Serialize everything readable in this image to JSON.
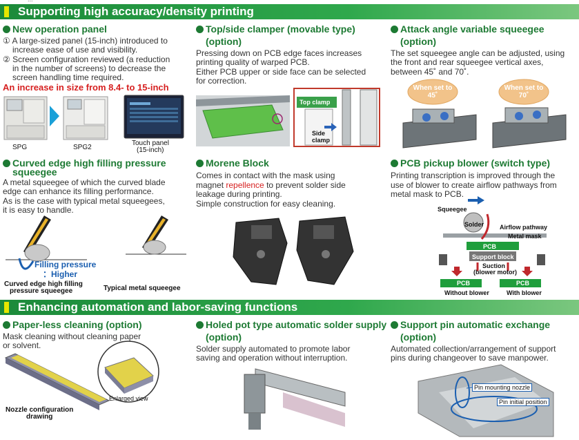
{
  "top_strip": "...",
  "section1": {
    "title": "Supporting high accuracy/density printing",
    "panel": {
      "title": "New operation panel",
      "items": [
        {
          "num": "①",
          "lines": [
            "A large-sized panel (15-inch) introduced to",
            "increase ease of use and visibility."
          ]
        },
        {
          "num": "②",
          "lines": [
            "Screen configuration reviewed (a reduction",
            "in the number of screens) to decrease the",
            "screen handling time required."
          ]
        }
      ],
      "highlight": "An increase in size from 8.4- to 15-inch",
      "labels": {
        "spg": "SPG",
        "spg2": "SPG2",
        "touch": "Touch panel",
        "touch_size": "(15-inch)"
      }
    },
    "clamper": {
      "title": "Top/side clamper (movable type)",
      "subtitle": "(option)",
      "lines": [
        "Pressing down on PCB edge faces increases",
        "printing quality of warped PCB.",
        "Either PCB upper or side face can be selected",
        "for correction."
      ],
      "labels": {
        "top": "Top clamp",
        "side1": "Side",
        "side2": "clamp"
      }
    },
    "squeegee": {
      "title": "Attack angle variable squeegee",
      "subtitle": "(option)",
      "lines": [
        "The set squeegee angle can be adjusted, using",
        "the front and rear squeegee vertical axes,",
        "between 45˚ and 70˚."
      ],
      "badges": [
        {
          "top": "When set to",
          "bottom": "45˚"
        },
        {
          "top": "When set to",
          "bottom": "70˚"
        }
      ]
    },
    "curved": {
      "title_lines": [
        "Curved edge high filling pressure",
        "squeegee"
      ],
      "lines": [
        "A metal squeegee of which the curved blade",
        "edge can enhance its filling performance.",
        "As is the case with typical metal squeegees,",
        " it is easy to handle."
      ],
      "pressure_lines": [
        "Filling pressure",
        "：Higher"
      ],
      "label_curved": [
        "Curved edge high filling",
        "pressure squeegee"
      ],
      "label_typical": "Typical metal squeegee"
    },
    "morene": {
      "title": "Morene Block",
      "line1": "Comes in contact with the mask using",
      "line2_a": "magnet ",
      "line2_b": "repellence",
      "line2_c": " to prevent solder side",
      "line3": "leakage during printing.",
      "line4": "Simple construction for easy cleaning."
    },
    "blower": {
      "title": "PCB pickup blower (switch type)",
      "lines": [
        "Printing transcription is improved through the",
        "use of blower to create airflow pathways from",
        "metal mask to PCB."
      ],
      "labels": {
        "squeegee": "Squeegee",
        "solder": "Solder",
        "airflow": "Airflow pathway",
        "mask": "Metal mask",
        "pcb": "PCB",
        "support": "Support block",
        "suction1": "Suction",
        "suction2": "(blower motor)",
        "without": "Without blower",
        "with": "With blower"
      }
    }
  },
  "section2": {
    "title": "Enhancing automation and labor-saving functions",
    "cleaning": {
      "title": "Paper-less cleaning (option)",
      "lines": [
        "Mask cleaning without cleaning paper",
        "or solvent."
      ],
      "enlarged": "Enlarged view",
      "nozzle": [
        "Nozzle configuration",
        "drawing"
      ]
    },
    "pot": {
      "title": "Holed pot type automatic solder supply",
      "subtitle": "(option)",
      "lines": [
        "Solder supply automated to promote labor",
        "saving and operation without interruption."
      ]
    },
    "pin": {
      "title": "Support pin automatic exchange",
      "subtitle": "(option)",
      "lines": [
        "Automated collection/arrangement of support",
        "pins during changeover to save manpower."
      ],
      "labels": {
        "nozzle": "Pin mounting nozzle",
        "initial": "Pin initial position"
      }
    }
  },
  "colors": {
    "green": "#1d7a33",
    "band": "#2fa84c",
    "accent_red": "#d61f1f",
    "blue": "#1b5fb0",
    "yellow": "#e6e600"
  }
}
